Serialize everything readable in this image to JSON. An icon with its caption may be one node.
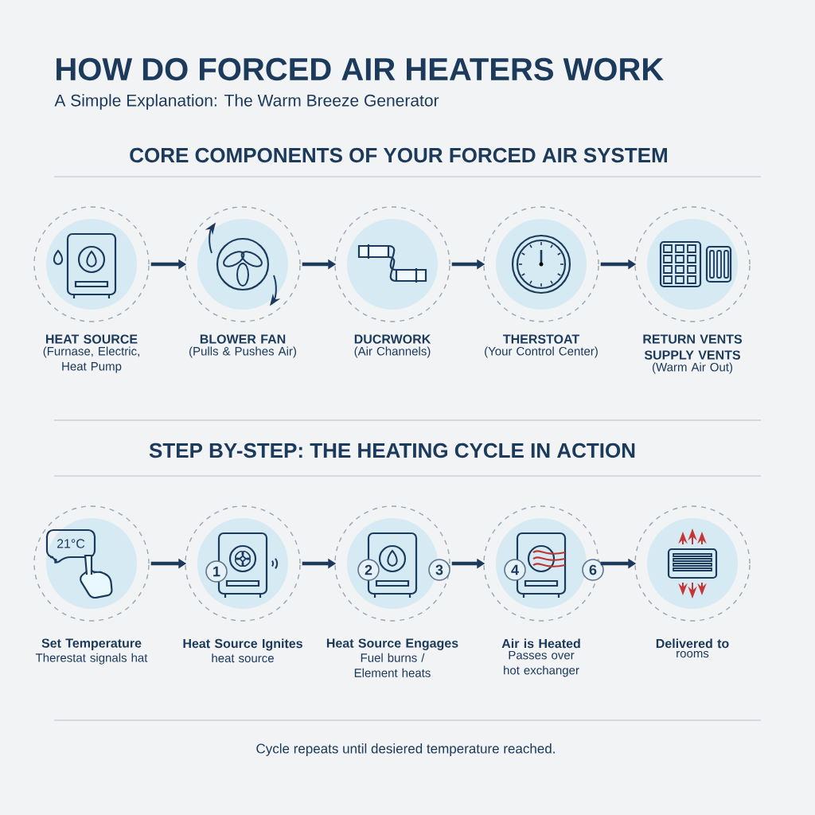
{
  "diagram": {
    "title": "HOW DO FORCED AIR HEATERS WORK",
    "nodes": [
      {
        "text": [
          "HEAT SOURCE",
          "(Furnase, Electric, Heat Pump"
        ]
      },
      {
        "text": [
          "BLOWER FAN",
          "(Pulls & Pushes Air)"
        ]
      },
      {
        "text": [
          "DUCRWORK",
          "(Air Channels)"
        ]
      },
      {
        "text": [
          "THERSTOAT",
          "(Your Control Center)"
        ]
      },
      {
        "text": [
          "RETURN VENTS SUPPLY VENTS",
          "(Warm Air Out)"
        ]
      },
      {
        "text": [
          "Set Temperature",
          "Therestat signals hat"
        ]
      },
      {
        "text": [
          "Heat Source Ignites",
          "heat source"
        ]
      },
      {
        "text": [
          "Heat Source Engages",
          "Fuel burns / Element heats"
        ]
      },
      {
        "text": [
          "Air is Heated",
          "Passes over hot exchanger"
        ]
      },
      {
        "text": [
          "Delivered to",
          "rooms"
        ]
      }
    ],
    "edges": [
      {
        "from": 0,
        "to": 1,
        "arrow": "to"
      },
      {
        "from": 1,
        "to": 2,
        "arrow": "to"
      },
      {
        "from": 2,
        "to": 3,
        "arrow": "to"
      },
      {
        "from": 3,
        "to": 4,
        "arrow": "to"
      },
      {
        "from": 5,
        "to": 6,
        "arrow": "to"
      },
      {
        "from": 6,
        "to": 7,
        "arrow": "to"
      },
      {
        "from": 7,
        "to": 8,
        "arrow": "to"
      },
      {
        "from": 8,
        "to": 9,
        "arrow": "to"
      }
    ],
    "labels": [
      "A Simple Explanation: The Warm Breeze Generator",
      "CORE COMPONENTS OF YOUR FORCED AIR SYSTEM",
      "STEP BY-STEP: THE HEATING CYCLE IN ACTION",
      "21°C",
      "1",
      "2",
      "3",
      "4",
      "6",
      "Cycle repeats until desiered temperature reached."
    ]
  }
}
